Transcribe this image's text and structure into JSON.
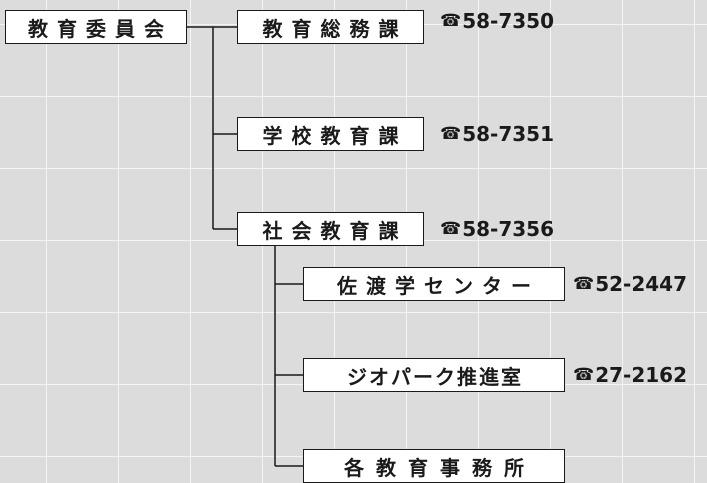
{
  "org": {
    "root": {
      "label": "教育委員会"
    },
    "departments": [
      {
        "label": "教育総務課",
        "phone": "58-7350"
      },
      {
        "label": "学校教育課",
        "phone": "58-7351"
      },
      {
        "label": "社会教育課",
        "phone": "58-7356"
      }
    ],
    "sub_units": [
      {
        "label": "佐渡学センター",
        "phone": "52-2447"
      },
      {
        "label": "ジオパーク推進室",
        "phone": "27-2162"
      },
      {
        "label": "各教育事務所"
      }
    ],
    "tel_icon": "☎"
  },
  "colors": {
    "background": "#dcdcdc",
    "grid": "#f4f4f4",
    "line": "#1a1a1a",
    "box": "#ffffff"
  }
}
